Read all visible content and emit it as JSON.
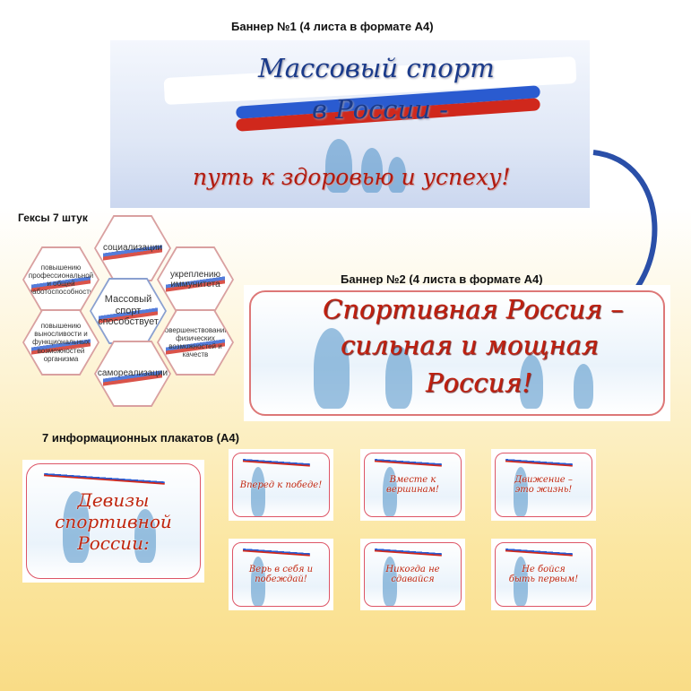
{
  "banner1": {
    "label": "Баннер №1 (4 листа в формате А4)",
    "title_line1": "Массовый спорт",
    "title_line2": "в России -",
    "subtitle": "путь к здоровью и успеху!"
  },
  "hexes": {
    "label": "Гексы 7 штук",
    "items": [
      "социализации",
      "повышению профессиональной и общей работоспособности",
      "укреплению иммунитета",
      "Массовый спорт способствует",
      "повышению выносливости и функциональных возможностей организма",
      "совершенствованию физических возможностей и качеств",
      "самореализации"
    ]
  },
  "banner2": {
    "label": "Баннер №2 (4 листа в формате А4)",
    "line1": "Спортивная Россия –",
    "line2": "сильная и мощная",
    "line3": "Россия!"
  },
  "posters": {
    "label": "7 информационных плакатов (А4)",
    "main": [
      "Девизы",
      "спортивной",
      "России:"
    ],
    "items": [
      "Вперед к победе!",
      "Вместе к вершинам!",
      "Движение – это жизнь!",
      "Верь в себя и побеждай!",
      "Никогда не сдавайся",
      "Не бойся быть первым!"
    ]
  },
  "colors": {
    "flag_blue": "#2a5bd0",
    "flag_red": "#d0281c",
    "accent_red": "#c0200f"
  }
}
